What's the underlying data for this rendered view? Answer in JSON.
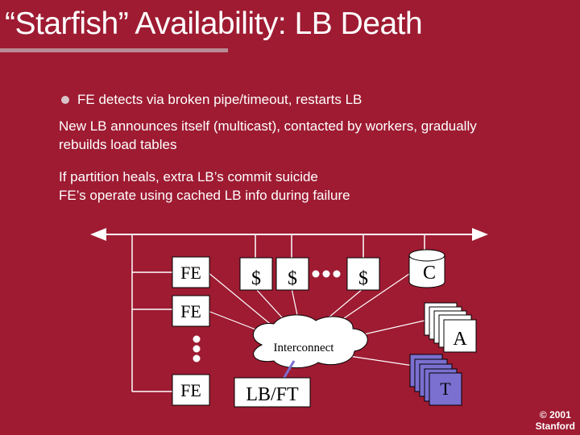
{
  "slide": {
    "title": "“Starfish” Availability: LB Death",
    "bullets": [
      "FE detects via broken pipe/timeout, restarts LB",
      "New LB announces itself (multicast), contacted by workers, gradually",
      "rebuilds load tables",
      "If partition heals, extra LB’s commit suicide",
      "FE’s operate using cached LB info during failure"
    ]
  },
  "diagram": {
    "fe_labels": [
      "FE",
      "FE",
      "FE"
    ],
    "cache_labels": [
      "$",
      "$",
      "$"
    ],
    "cluster_c": "C",
    "cluster_a": "A",
    "cluster_t": "T",
    "interconnect": "Interconnect",
    "lbft": "LB/FT"
  },
  "footer": {
    "copyright_line1": "© 2001",
    "copyright_line2": "Stanford"
  },
  "colors": {
    "background": "#9e1b32",
    "box_fill": "#ffffff",
    "cluster_fill": "#7b6fd0"
  }
}
